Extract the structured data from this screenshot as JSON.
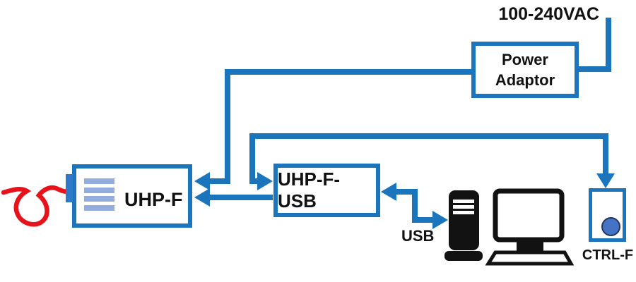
{
  "diagram": {
    "ac_label": "100-240VAC",
    "power_adaptor": {
      "line1": "Power",
      "line2": "Adaptor"
    },
    "uhp_f_label": "UHP-F",
    "uhp_f_usb_label": "UHP-F-USB",
    "usb_label": "USB",
    "ctrl_label": "CTRL-F",
    "colors": {
      "wire_blue": "#1b75bc",
      "fiber_red": "#e8131a",
      "vent_blue": "#93aede",
      "button_fill": "#4472c4",
      "button_outline": "#24355c",
      "ink_black": "#121212"
    },
    "icons": [
      "fiber-loop-icon",
      "computer-tower-icon",
      "monitor-icon",
      "power-button-icon"
    ],
    "connections": [
      {
        "from": "mains",
        "to": "power-adaptor",
        "arrows": "none",
        "label": "100-240VAC"
      },
      {
        "from": "power-adaptor",
        "to": "uhp-f",
        "arrows": "to"
      },
      {
        "from": "uhp-f-usb",
        "to": "uhp-f",
        "arrows": "to"
      },
      {
        "from": "uhp-f-usb",
        "to": "ctrl-f",
        "arrows": "both"
      },
      {
        "from": "uhp-f-usb",
        "to": "computer",
        "arrows": "both",
        "label": "USB"
      },
      {
        "from": "fiber-pigtail",
        "to": "uhp-f",
        "arrows": "none"
      }
    ]
  }
}
